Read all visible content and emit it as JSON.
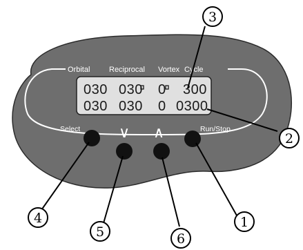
{
  "panel": {
    "headers": {
      "orbital": "Orbital",
      "reciprocal": "Reciprocal",
      "vortex": "Vortex",
      "cycle": "Cycle"
    },
    "display": {
      "row1": [
        "030",
        "030",
        "0",
        "300"
      ],
      "row2": [
        "030",
        "030",
        "0",
        "0300"
      ]
    },
    "buttons": {
      "select_label": "Select",
      "down_symbol": "∨",
      "up_symbol": "∧",
      "run_stop_label": "Run/Stop"
    }
  },
  "callouts": {
    "c1": "1",
    "c2": "2",
    "c3": "3",
    "c4": "4",
    "c5": "5",
    "c6": "6"
  },
  "colors": {
    "panel_fill": "#6e6e6e",
    "lcd_fill": "#e0e0e0",
    "button_fill": "#111111",
    "outline": "#ffffff"
  }
}
